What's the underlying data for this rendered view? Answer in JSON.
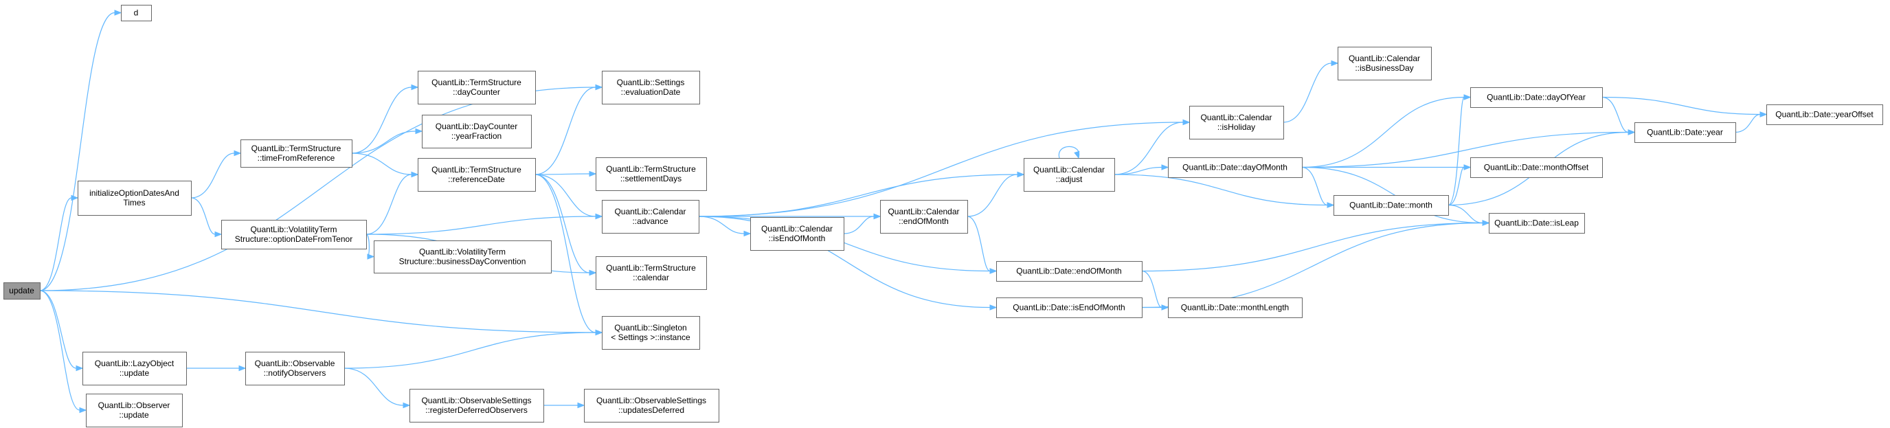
{
  "colors": {
    "edge": "#63b8ff",
    "node_border": "#666666",
    "root_fill": "#999999",
    "node_fill": "#ffffff"
  },
  "nodes": [
    {
      "id": "update",
      "lines": [
        "update"
      ],
      "root": true
    },
    {
      "id": "d",
      "lines": [
        "d"
      ]
    },
    {
      "id": "initOpt",
      "lines": [
        "initializeOptionDatesAnd",
        "Times"
      ]
    },
    {
      "id": "lazyUpdate",
      "lines": [
        "QuantLib::LazyObject",
        "::update"
      ]
    },
    {
      "id": "obsUpdate",
      "lines": [
        "QuantLib::Observer",
        "::update"
      ]
    },
    {
      "id": "tsTimeFromRef",
      "lines": [
        "QuantLib::TermStructure",
        "::timeFromReference"
      ]
    },
    {
      "id": "vtsOptionDate",
      "lines": [
        "QuantLib::VolatilityTerm",
        "Structure::optionDateFromTenor"
      ]
    },
    {
      "id": "notifyObs",
      "lines": [
        "QuantLib::Observable",
        "::notifyObservers"
      ]
    },
    {
      "id": "tsDayCounter",
      "lines": [
        "QuantLib::TermStructure",
        "::dayCounter"
      ]
    },
    {
      "id": "dcYearFraction",
      "lines": [
        "QuantLib::DayCounter",
        "::yearFraction"
      ]
    },
    {
      "id": "tsRefDate",
      "lines": [
        "QuantLib::TermStructure",
        "::referenceDate"
      ]
    },
    {
      "id": "vtsBDC",
      "lines": [
        "QuantLib::VolatilityTerm",
        "Structure::businessDayConvention"
      ]
    },
    {
      "id": "regDeferred",
      "lines": [
        "QuantLib::ObservableSettings",
        "::registerDeferredObservers"
      ]
    },
    {
      "id": "settingsEval",
      "lines": [
        "QuantLib::Settings",
        "::evaluationDate"
      ]
    },
    {
      "id": "tsSettlement",
      "lines": [
        "QuantLib::TermStructure",
        "::settlementDays"
      ]
    },
    {
      "id": "calAdvance",
      "lines": [
        "QuantLib::Calendar",
        "::advance"
      ]
    },
    {
      "id": "tsCalendar",
      "lines": [
        "QuantLib::TermStructure",
        "::calendar"
      ]
    },
    {
      "id": "singleton",
      "lines": [
        "QuantLib::Singleton",
        "< Settings >::instance"
      ]
    },
    {
      "id": "updatesDeferred",
      "lines": [
        "QuantLib::ObservableSettings",
        "::updatesDeferred"
      ]
    },
    {
      "id": "calIsEOM",
      "lines": [
        "QuantLib::Calendar",
        "::isEndOfMonth"
      ]
    },
    {
      "id": "calEOM",
      "lines": [
        "QuantLib::Calendar",
        "::endOfMonth"
      ]
    },
    {
      "id": "calAdjust",
      "lines": [
        "QuantLib::Calendar",
        "::adjust"
      ]
    },
    {
      "id": "calIsHoliday",
      "lines": [
        "QuantLib::Calendar",
        "::isHoliday"
      ]
    },
    {
      "id": "calIsBusinessDay",
      "lines": [
        "QuantLib::Calendar",
        "::isBusinessDay"
      ]
    },
    {
      "id": "dateEOM",
      "lines": [
        "QuantLib::Date::endOfMonth"
      ]
    },
    {
      "id": "dateIsEOM",
      "lines": [
        "QuantLib::Date::isEndOfMonth"
      ]
    },
    {
      "id": "dateDayOfMonth",
      "lines": [
        "QuantLib::Date::dayOfMonth"
      ]
    },
    {
      "id": "dateMonthLength",
      "lines": [
        "QuantLib::Date::monthLength"
      ]
    },
    {
      "id": "dateMonth",
      "lines": [
        "QuantLib::Date::month"
      ]
    },
    {
      "id": "dateDayOfYear",
      "lines": [
        "QuantLib::Date::dayOfYear"
      ]
    },
    {
      "id": "dateMonthOffset",
      "lines": [
        "QuantLib::Date::monthOffset"
      ]
    },
    {
      "id": "dateIsLeap",
      "lines": [
        "QuantLib::Date::isLeap"
      ]
    },
    {
      "id": "dateYear",
      "lines": [
        "QuantLib::Date::year"
      ]
    },
    {
      "id": "dateYearOffset",
      "lines": [
        "QuantLib::Date::yearOffset"
      ]
    }
  ],
  "edges": [
    [
      "update",
      "d"
    ],
    [
      "update",
      "settingsEval"
    ],
    [
      "update",
      "initOpt"
    ],
    [
      "update",
      "singleton"
    ],
    [
      "update",
      "lazyUpdate"
    ],
    [
      "update",
      "obsUpdate"
    ],
    [
      "initOpt",
      "tsTimeFromRef"
    ],
    [
      "initOpt",
      "vtsOptionDate"
    ],
    [
      "lazyUpdate",
      "notifyObs"
    ],
    [
      "tsTimeFromRef",
      "tsDayCounter"
    ],
    [
      "tsTimeFromRef",
      "dcYearFraction"
    ],
    [
      "tsTimeFromRef",
      "tsRefDate"
    ],
    [
      "vtsOptionDate",
      "tsRefDate"
    ],
    [
      "vtsOptionDate",
      "calAdvance"
    ],
    [
      "vtsOptionDate",
      "vtsBDC"
    ],
    [
      "vtsOptionDate",
      "tsCalendar"
    ],
    [
      "notifyObs",
      "singleton"
    ],
    [
      "notifyObs",
      "regDeferred"
    ],
    [
      "tsRefDate",
      "settingsEval"
    ],
    [
      "tsRefDate",
      "tsSettlement"
    ],
    [
      "tsRefDate",
      "calAdvance"
    ],
    [
      "tsRefDate",
      "tsCalendar"
    ],
    [
      "tsRefDate",
      "singleton"
    ],
    [
      "regDeferred",
      "updatesDeferred"
    ],
    [
      "calAdvance",
      "calIsHoliday"
    ],
    [
      "calAdvance",
      "calAdjust"
    ],
    [
      "calAdvance",
      "calEOM"
    ],
    [
      "calAdvance",
      "calIsEOM"
    ],
    [
      "calAdvance",
      "dateEOM"
    ],
    [
      "calAdvance",
      "dateIsEOM"
    ],
    [
      "calIsEOM",
      "calEOM"
    ],
    [
      "calEOM",
      "calAdjust"
    ],
    [
      "calEOM",
      "dateEOM"
    ],
    [
      "calAdjust",
      "calAdjust"
    ],
    [
      "calAdjust",
      "calIsHoliday"
    ],
    [
      "calAdjust",
      "dateDayOfMonth"
    ],
    [
      "calAdjust",
      "dateMonth"
    ],
    [
      "calIsHoliday",
      "calIsBusinessDay"
    ],
    [
      "dateEOM",
      "dateMonthLength"
    ],
    [
      "dateEOM",
      "dateIsLeap"
    ],
    [
      "dateIsEOM",
      "dateMonthLength"
    ],
    [
      "dateIsEOM",
      "dateIsLeap"
    ],
    [
      "dateDayOfMonth",
      "dateDayOfYear"
    ],
    [
      "dateDayOfMonth",
      "dateYear"
    ],
    [
      "dateDayOfMonth",
      "dateMonthOffset"
    ],
    [
      "dateDayOfMonth",
      "dateMonth"
    ],
    [
      "dateDayOfMonth",
      "dateIsLeap"
    ],
    [
      "dateMonth",
      "dateDayOfYear"
    ],
    [
      "dateMonth",
      "dateMonthOffset"
    ],
    [
      "dateMonth",
      "dateIsLeap"
    ],
    [
      "dateMonth",
      "dateYear"
    ],
    [
      "dateDayOfYear",
      "dateYear"
    ],
    [
      "dateDayOfYear",
      "dateYearOffset"
    ],
    [
      "dateYear",
      "dateYearOffset"
    ]
  ]
}
